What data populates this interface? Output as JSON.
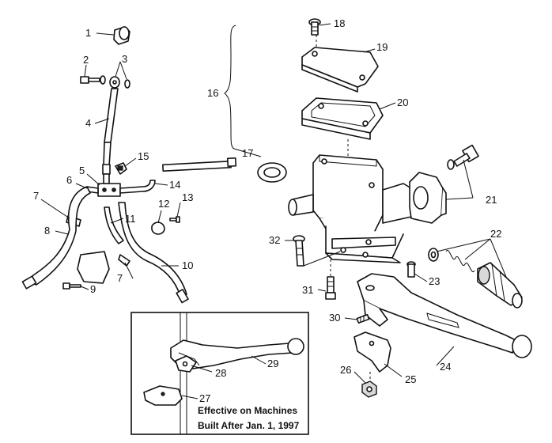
{
  "callouts": [
    "1",
    "2",
    "3",
    "4",
    "5",
    "6",
    "7",
    "8",
    "9",
    "10",
    "11",
    "12",
    "13",
    "14",
    "15",
    "16",
    "17",
    "18",
    "19",
    "20",
    "21",
    "22",
    "23",
    "24",
    "25",
    "26",
    "27",
    "28",
    "29",
    "30",
    "31",
    "32"
  ],
  "inset_note": {
    "line1": "Effective on Machines",
    "line2": "Built After Jan. 1, 1997"
  }
}
